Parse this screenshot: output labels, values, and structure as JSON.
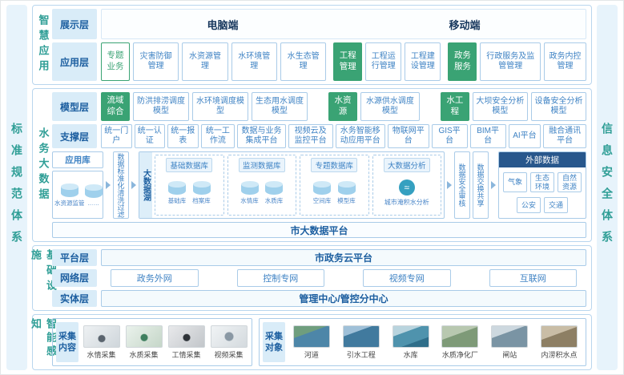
{
  "sidebars": {
    "left": "标准规范体系",
    "right": "信息安全体系"
  },
  "colors": {
    "accent_teal": "#2f9e96",
    "accent_green": "#3aa374",
    "item_blue": "#3f83c4",
    "label_blue": "#1d5fa0",
    "external_header_navy": "#28578c"
  },
  "smart_app": {
    "label": "智慧应用",
    "display": {
      "label": "展示层",
      "pc": "电脑端",
      "mobile": "移动端"
    },
    "app": {
      "label": "应用层",
      "groups": [
        {
          "header": "专题业务",
          "items": [
            "灾害防御管理",
            "水资源管理",
            "水环境管理",
            "水生态管理"
          ]
        },
        {
          "header": "工程管理",
          "items": [
            "工程运行管理",
            "工程建设管理"
          ]
        },
        {
          "header": "政务服务",
          "items": [
            "行政服务及监管管理",
            "政务内控管理"
          ]
        }
      ]
    }
  },
  "water_big_data": {
    "label": "水务大数据",
    "model": {
      "label": "模型层",
      "groups": [
        {
          "header": "流域综合",
          "items": [
            "防洪排涝调度模型",
            "水环境调度模型",
            "生态用水调度模型"
          ]
        },
        {
          "header": "水资源",
          "items": [
            "水源供水调度模型"
          ]
        },
        {
          "header": "水工程",
          "items": [
            "大坝安全分析模型",
            "设备安全分析模型"
          ]
        }
      ]
    },
    "support": {
      "label": "支撑层",
      "items": [
        "统一门户",
        "统一认证",
        "统一报表",
        "统一工作流",
        "数据与业务集成平台",
        "视频云及监控平台",
        "水务智能移动应用平台",
        "物联网平台",
        "GIS平台",
        "BIM平台",
        "AI平台",
        "融合通讯平台"
      ]
    },
    "flow": {
      "app_db": {
        "header": "应用库",
        "cylinders": [
          "水资源监管",
          "……"
        ]
      },
      "cleanse": "数据标准化清洗过滤",
      "lake": {
        "label": "大数据湖",
        "groups": [
          {
            "header": "基础数据库",
            "cylinders": [
              "基础库",
              "档案库"
            ]
          },
          {
            "header": "监测数据库",
            "cylinders": [
              "水情库",
              "水质库"
            ]
          },
          {
            "header": "专题数据库",
            "cylinders": [
              "空间库",
              "模型库"
            ]
          },
          {
            "header": "大数据分析",
            "analysis": "城市淹积水分析"
          }
        ]
      },
      "audit": "数据安全审核",
      "share": "数据交换共享",
      "external": {
        "header": "外部数据",
        "items": [
          "气象",
          "生态环境",
          "自然资源",
          "公安",
          "交通"
        ]
      }
    },
    "platform_bar": "市大数据平台"
  },
  "infrastructure": {
    "label": "基础设施",
    "platform": {
      "label": "平台层",
      "item": "市政务云平台"
    },
    "network": {
      "label": "网络层",
      "items": [
        "政务外网",
        "控制专网",
        "视频专网",
        "互联网"
      ]
    },
    "entity": {
      "label": "实体层",
      "item": "管理中心/管控分中心"
    }
  },
  "perception": {
    "label": "智能感知",
    "content": {
      "label": "采集内容",
      "items": [
        "水情采集",
        "水质采集",
        "工情采集",
        "视频采集"
      ]
    },
    "objects": {
      "label": "采集对象",
      "items": [
        "河道",
        "引水工程",
        "水库",
        "水质净化厂",
        "闸站",
        "内涝积水点"
      ]
    }
  }
}
